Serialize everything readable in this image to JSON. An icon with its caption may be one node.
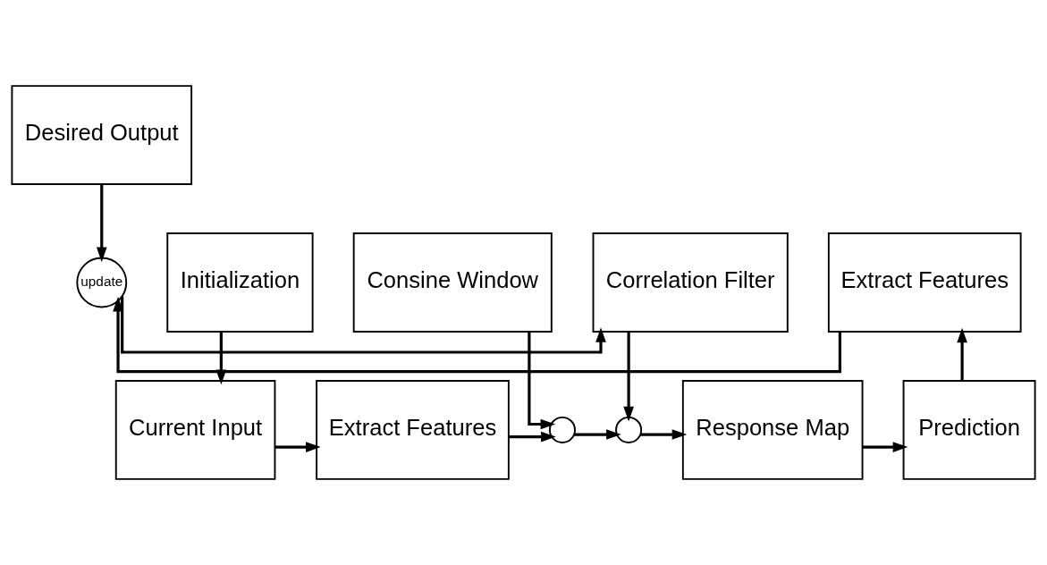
{
  "diagram": {
    "nodes": [
      {
        "text": [
          "Desired Output"
        ]
      },
      {
        "text": [
          "Initialization"
        ]
      },
      {
        "text": [
          "Consine Window"
        ]
      },
      {
        "text": [
          "Correlation Filter"
        ]
      },
      {
        "text": [
          "update"
        ]
      },
      {
        "text": [
          "Extract Features"
        ]
      },
      {
        "text": [
          "Current Input"
        ]
      },
      {
        "text": [
          "Extract Features"
        ]
      },
      {
        "text": [],
        "shape": "circle"
      },
      {
        "text": [],
        "shape": "circle"
      },
      {
        "text": [
          "Response Map"
        ]
      },
      {
        "text": [
          "Prediction"
        ]
      }
    ],
    "edges": [
      {
        "from": 1,
        "to": 6,
        "arrow": "to"
      },
      {
        "from": 6,
        "to": 7,
        "arrow": "to"
      },
      {
        "from": 7,
        "to": 8,
        "arrow": "to"
      },
      {
        "from": 2,
        "to": 8,
        "arrow": "to"
      },
      {
        "from": 8,
        "to": 9,
        "arrow": "to"
      },
      {
        "from": 3,
        "to": 9,
        "arrow": "to"
      },
      {
        "from": 9,
        "to": 10,
        "arrow": "to"
      },
      {
        "from": 10,
        "to": 11,
        "arrow": "to"
      },
      {
        "from": 11,
        "to": 5,
        "arrow": "to"
      },
      {
        "from": 5,
        "to": 4,
        "arrow": "to"
      },
      {
        "from": 0,
        "to": 4,
        "arrow": "to"
      },
      {
        "from": 4,
        "to": 3,
        "arrow": "to"
      }
    ]
  }
}
